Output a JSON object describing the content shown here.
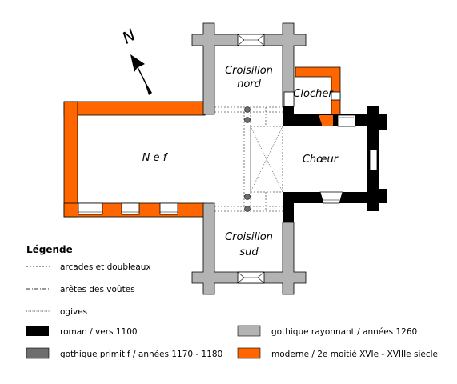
{
  "diagram": {
    "rooms": {
      "croisillon_nord": [
        "Croisillon",
        "nord"
      ],
      "croisillon_sud": [
        "Croisillon",
        "sud"
      ],
      "nef": "N e f",
      "choeur": "Chœur",
      "clocher": "Clocher"
    },
    "north_label": "N",
    "legend": {
      "title": "Légende",
      "arcades": "arcades et doubleaux",
      "aretes": "arêtes des voûtes",
      "ogives": "ogives",
      "roman": "roman / vers 1100",
      "gothique_primitif": "gothique primitif / années 1170 - 1180",
      "gothique_rayonnant": "gothique rayonnant / années 1260",
      "moderne": "moderne  / 2e moitié XVIe - XVIIIe siècle"
    },
    "colors": {
      "roman": "#000000",
      "gothique_primitif": "#6e6e6e",
      "gothique_rayonnant": "#b3b3b3",
      "moderne": "#ff6600"
    }
  }
}
